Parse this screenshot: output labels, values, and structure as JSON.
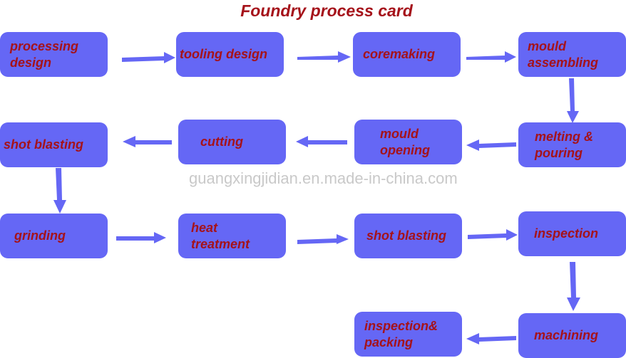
{
  "title": "Foundry process card",
  "watermark": "guangxingjidian.en.made-in-china.com",
  "steps": [
    {
      "label": "processing\ndesign"
    },
    {
      "label": "tooling design"
    },
    {
      "label": "coremaking"
    },
    {
      "label": "mould\nassembling"
    },
    {
      "label": "melting &\npouring"
    },
    {
      "label": "mould\nopening"
    },
    {
      "label": "cutting"
    },
    {
      "label": "shot blasting"
    },
    {
      "label": "grinding"
    },
    {
      "label": "heat\ntreatment"
    },
    {
      "label": "shot blasting"
    },
    {
      "label": "inspection"
    },
    {
      "label": "machining"
    },
    {
      "label": "inspection&\npacking"
    }
  ],
  "colors": {
    "box": "#6567f5",
    "text": "#a5121a",
    "arrow": "#6567f5"
  }
}
